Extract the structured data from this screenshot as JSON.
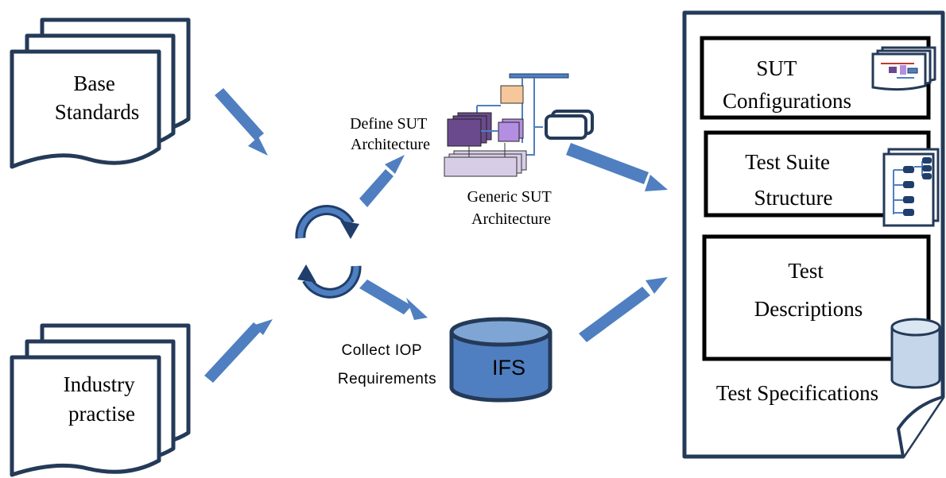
{
  "inputs": {
    "base_standards": [
      "Base",
      "Standards"
    ],
    "industry_practise": [
      "Industry",
      "practise"
    ]
  },
  "process": {
    "define_arch": [
      "Define SUT",
      "Architecture"
    ],
    "generic_arch": [
      "Generic SUT",
      "Architecture"
    ],
    "collect_iop": [
      "Collect IOP",
      "Requirements"
    ]
  },
  "ifs_label": "IFS",
  "spec": {
    "title": "Test Specifications",
    "sut_configurations": [
      "SUT",
      "Configurations"
    ],
    "test_suite_structure": [
      "Test Suite",
      "Structure"
    ],
    "test_descriptions": [
      "Test",
      "Descriptions"
    ]
  },
  "colors": {
    "arrow": "#4f7fc0",
    "outline": "#243a58",
    "cylinder": "#4f7fc0",
    "purple_dark": "#6a4a8c",
    "purple_light": "#b48ee0",
    "lavender": "#d8cde6",
    "orange": "#f6c79a"
  }
}
